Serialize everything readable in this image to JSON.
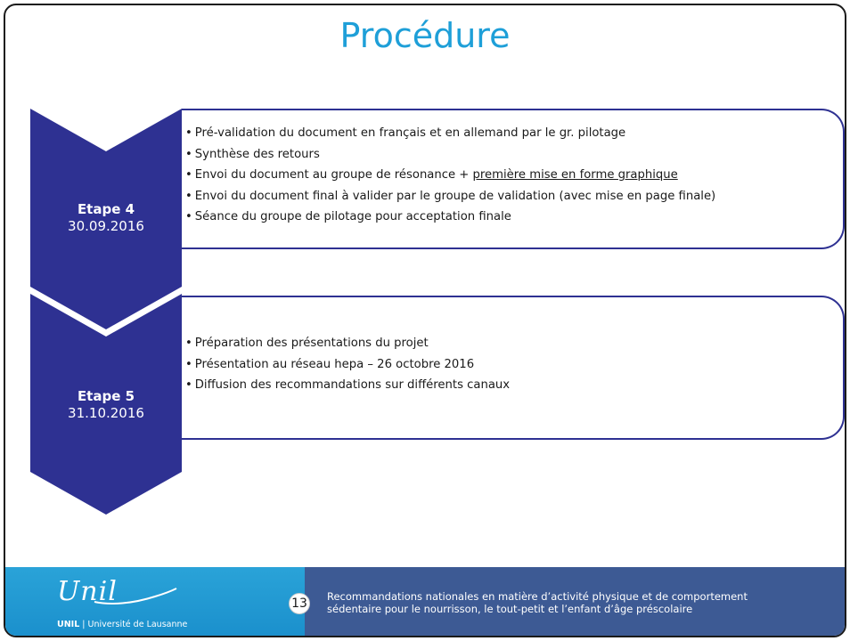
{
  "title": "Procédure",
  "steps": [
    {
      "label": "Etape 4",
      "date": "30.09.2016",
      "bullets": [
        {
          "text": "Pré-validation du document en français et en allemand par le gr. pilotage"
        },
        {
          "text": "Synthèse des retours"
        },
        {
          "text": "Envoi du document au groupe de résonance + ",
          "underlined": "première mise en forme graphique"
        },
        {
          "text": "Envoi du document final à valider par le groupe de validation (avec mise en page finale)"
        },
        {
          "text": "Séance du groupe de pilotage pour acceptation finale"
        }
      ]
    },
    {
      "label": "Etape 5",
      "date": "31.10.2016",
      "bullets": [
        {
          "text": "Préparation des présentations du projet"
        },
        {
          "text": "Présentation au réseau hepa – 26 octobre 2016"
        },
        {
          "text": "Diffusion des recommandations sur différents canaux"
        }
      ]
    }
  ],
  "footer": {
    "logo_word": "Unil",
    "logo_caption_bold": "UNIL",
    "logo_caption_rest": " | Université de Lausanne",
    "page_number": "13",
    "text_line1": "Recommandations nationales  en matière d’activité physique  et de comportement",
    "text_line2": "sédentaire pour le  nourrisson, le tout-petit  et l’enfant d’âge préscolaire"
  },
  "colors": {
    "title": "#1e9fd8",
    "chevron": "#2e3192",
    "footer_left": "#1a8fcc",
    "footer_right": "#3d5a94"
  }
}
